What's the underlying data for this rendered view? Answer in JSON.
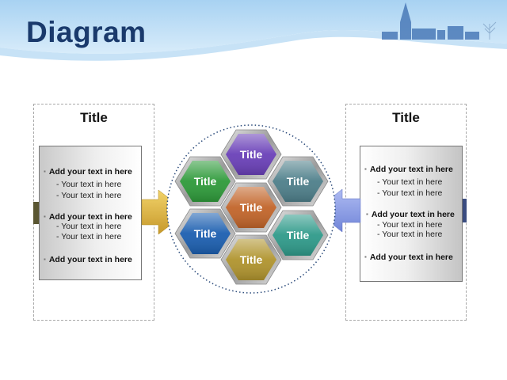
{
  "slide": {
    "title": "Diagram"
  },
  "left_panel": {
    "title": "Title",
    "items": [
      {
        "heading": "Add your text in here",
        "subs": [
          "Your text in here",
          "Your text in here"
        ]
      },
      {
        "heading": "Add your text in here",
        "subs": [
          "Your text in here",
          "Your text in here"
        ]
      },
      {
        "heading": "Add your text in here",
        "subs": []
      }
    ]
  },
  "right_panel": {
    "title": "Title",
    "items": [
      {
        "heading": "Add your text in here",
        "subs": [
          "Your text in here",
          "Your text in here"
        ]
      },
      {
        "heading": "Add your text in here",
        "subs": [
          "Your text in here",
          "Your text in here"
        ]
      },
      {
        "heading": "Add your text in here",
        "subs": []
      }
    ]
  },
  "hexagons": [
    {
      "label": "Title",
      "color": "#6a40b8"
    },
    {
      "label": "Title",
      "color": "#2e9a3a"
    },
    {
      "label": "Title",
      "color": "#4e7f8a"
    },
    {
      "label": "Title",
      "color": "#c2652a"
    },
    {
      "label": "Title",
      "color": "#1c5fb0"
    },
    {
      "label": "Title",
      "color": "#2f9a8a"
    },
    {
      "label": "Title",
      "color": "#b0942e"
    }
  ],
  "colors": {
    "title_text": "#1a3a6c",
    "left_arrow": "#d9b23a",
    "right_arrow": "#8a9ee6",
    "left_tab": "#5a5632",
    "right_tab": "#3a4c80"
  }
}
